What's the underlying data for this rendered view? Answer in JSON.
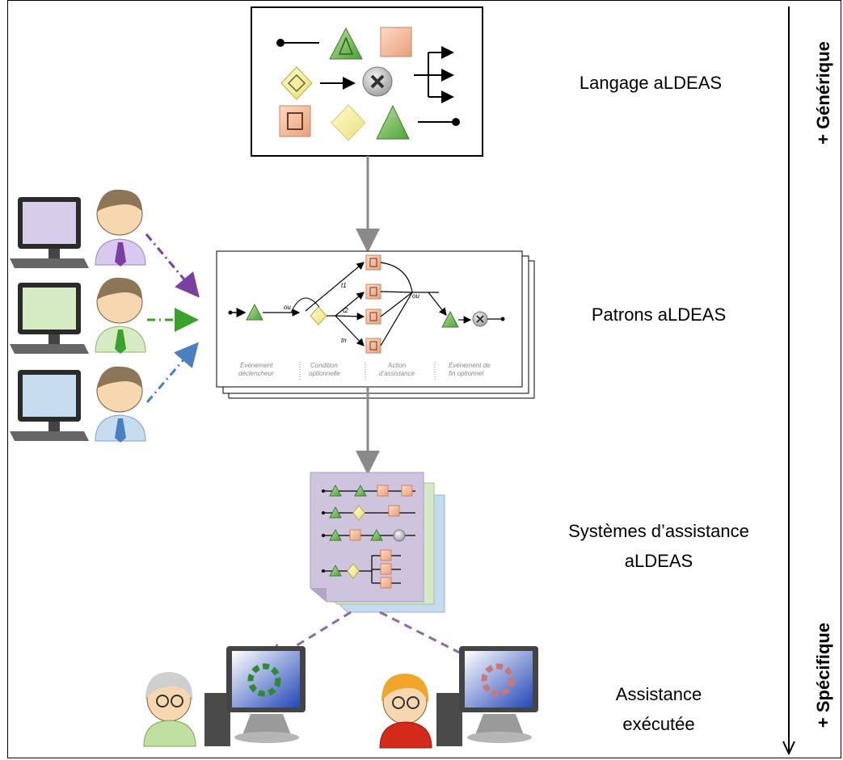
{
  "levels": {
    "language": "Langage aLDEAS",
    "patterns": "Patrons aLDEAS",
    "systems_line1": "Systèmes d’assistance",
    "systems_line2": "aLDEAS",
    "executed_line1": "Assistance",
    "executed_line2": "exécutée"
  },
  "axis": {
    "top": "+ Générique",
    "bottom": "+ Spécifique"
  },
  "pattern_diagram": {
    "or_label": "ou",
    "t1": "t1",
    "t2": "t2",
    "tn": "tn",
    "columns": [
      {
        "line1": "Événement",
        "line2": "déclencheur"
      },
      {
        "line1": "Condition",
        "line2": "optionnelle"
      },
      {
        "line1": "Action",
        "line2": "d’assistance"
      },
      {
        "line1": "Événement de",
        "line2": "fin optionnel"
      }
    ]
  },
  "colors": {
    "purple": "#7b3fa0",
    "green": "#3aa22a",
    "blue": "#4a7fc1",
    "arrow_gray": "#8a8a8a",
    "dashed_purple": "#8a6aa8"
  }
}
